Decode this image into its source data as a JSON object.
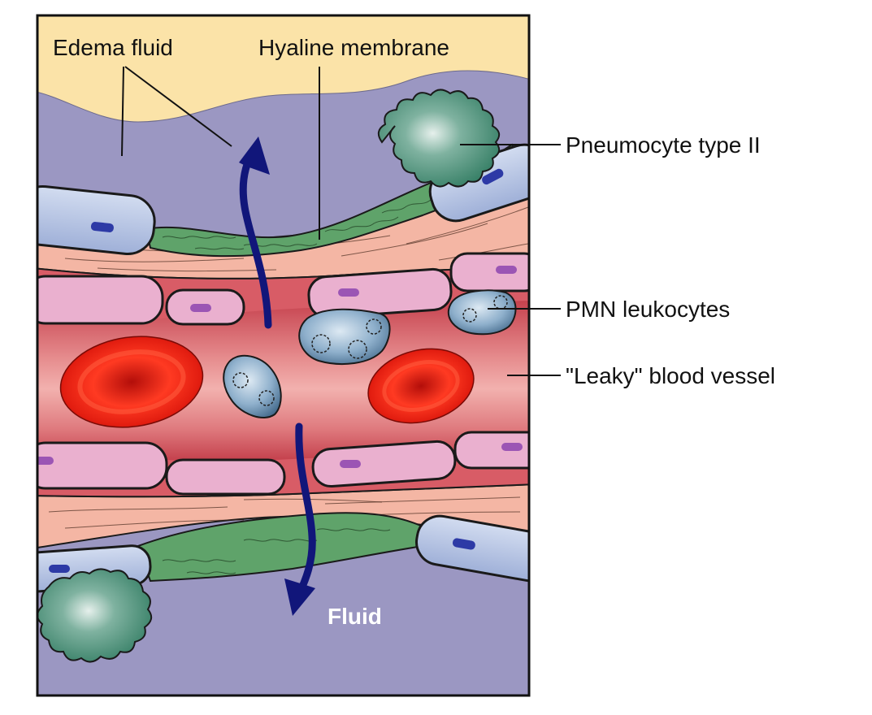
{
  "labels": {
    "edema_fluid": "Edema fluid",
    "hyaline_membrane": "Hyaline membrane",
    "pneumocyte": "Pneumocyte type II",
    "pmn": "PMN leukocytes",
    "vessel": "\"Leaky\" blood vessel",
    "fluid": "Fluid"
  },
  "colors": {
    "edema_yellow": "#fbe3a8",
    "alveolar_space": "#9b97c2",
    "vessel_lumen": "#d9737a",
    "endothelial_pink": "#eab0cf",
    "nucleus_purple": "#9b55b4",
    "type1_cell_blue": "#b5c3e2",
    "type1_nucleus": "#2d3aa6",
    "interstitium": "#f4b6a4",
    "hyaline_green": "#5fa36a",
    "pneumocyte_teal": "#3b8a6e",
    "rbc_red": "#e02418",
    "pmn_blue": "#6d93b5",
    "arrow_navy": "#11167a"
  }
}
